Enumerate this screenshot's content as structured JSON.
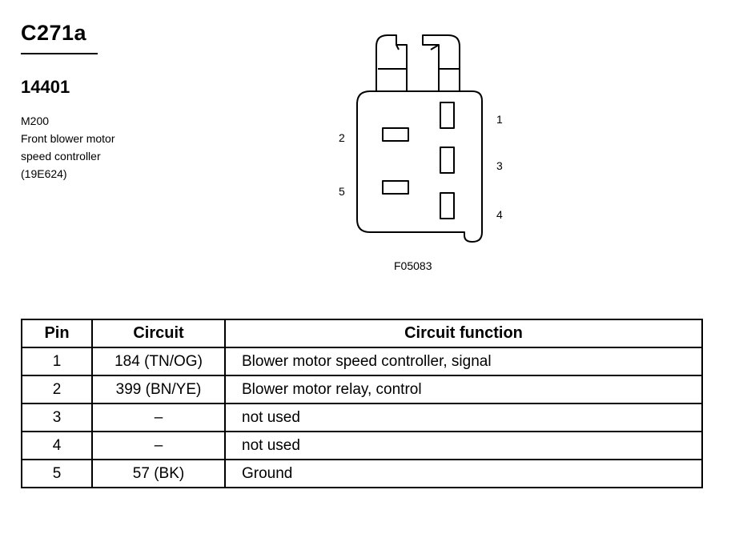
{
  "header": {
    "connector_id": "C271a",
    "part_number": "14401",
    "description_lines": [
      "M200",
      "Front blower motor",
      "speed controller",
      "(19E624)"
    ]
  },
  "diagram": {
    "pin_labels": [
      "1",
      "2",
      "3",
      "4",
      "5"
    ],
    "figure_id": "F05083"
  },
  "table": {
    "headers": [
      "Pin",
      "Circuit",
      "Circuit function"
    ],
    "rows": [
      {
        "pin": "1",
        "circuit": "184 (TN/OG)",
        "function": "Blower motor speed controller, signal"
      },
      {
        "pin": "2",
        "circuit": "399 (BN/YE)",
        "function": "Blower motor relay, control"
      },
      {
        "pin": "3",
        "circuit": "–",
        "function": "not used"
      },
      {
        "pin": "4",
        "circuit": "–",
        "function": "not used"
      },
      {
        "pin": "5",
        "circuit": "57 (BK)",
        "function": "Ground"
      }
    ]
  }
}
